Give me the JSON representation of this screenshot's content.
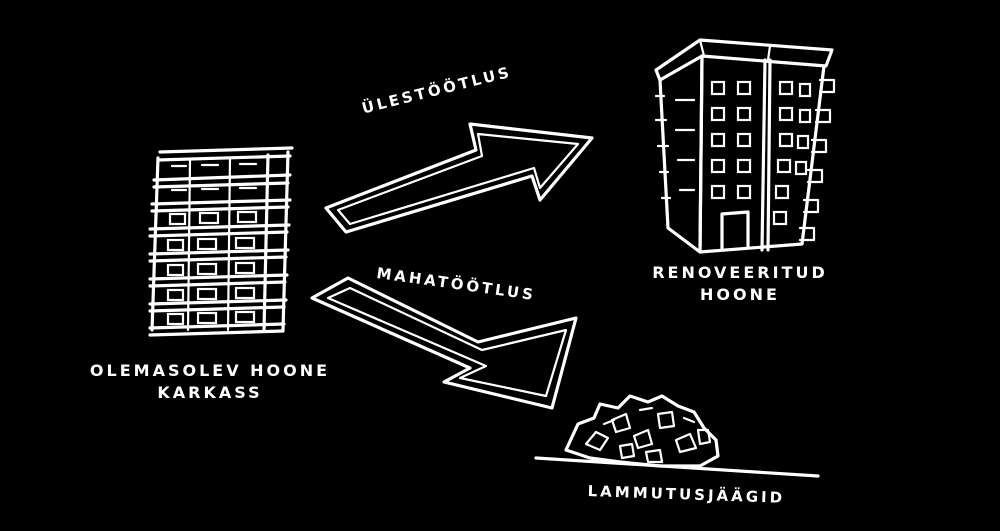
{
  "labels": {
    "existing_line1": "OLEMASOLEV HOONE",
    "existing_line2": "KARKASS",
    "upcycling": "ÜLESTÖÖTLUS",
    "downcycling": "MAHATÖÖTLUS",
    "renovated_line1": "RENOVEERITUD",
    "renovated_line2": "HOONE",
    "demolition": "LAMMUTUSJÄÄGID"
  },
  "colors": {
    "background": "#000000",
    "ink": "#ffffff"
  }
}
